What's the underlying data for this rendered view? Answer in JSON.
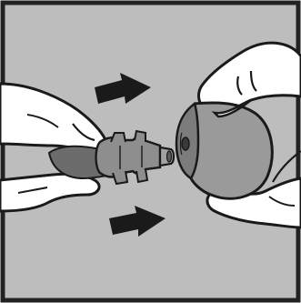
{
  "figure": {
    "type": "instruction-illustration",
    "caption": "",
    "colors": {
      "background": "#bdbdbd",
      "frame": "#222222",
      "hand_fill": "#ffffff",
      "outline": "#1a1a1a",
      "bulb_fill": "#9a9a9a",
      "bulb_shade": "#7c7c7c",
      "part_fill": "#8e8e8e",
      "arrow_fill": "#1a1a1a"
    },
    "icons": [
      "arrow-right-icon",
      "arrow-right-icon",
      "left-hand",
      "right-hand",
      "tip-part",
      "bulb-part"
    ]
  }
}
